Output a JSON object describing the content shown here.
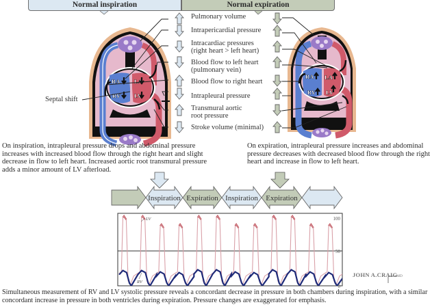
{
  "headers": {
    "inspiration": "Normal inspiration",
    "expiration": "Normal expiration"
  },
  "legend": [
    {
      "label": "Pulmonary volume",
      "inspiration": "up",
      "expiration": "down"
    },
    {
      "label": "Intrapericardial pressure",
      "inspiration": "down",
      "expiration": "up"
    },
    {
      "label": "Intracardiac pressures\n(right heart > left heart)",
      "line1": "Intracardiac pressures",
      "line2": "(right heart > left heart)",
      "inspiration": "down",
      "expiration": "up"
    },
    {
      "label": "Blood flow to left heart\n(pulmonary vein)",
      "line1": "Blood flow to left heart",
      "line2": "(pulmonary vein)",
      "inspiration": "down",
      "expiration": "up"
    },
    {
      "label": "Blood flow to right heart",
      "inspiration": "up",
      "expiration": "down"
    },
    {
      "label": "Intrapleural pressure",
      "inspiration": "down",
      "expiration": "up"
    },
    {
      "label": "Transmural aortic\nroot pressure",
      "line1": "Transmural aortic",
      "line2": "root pressure",
      "inspiration": "up",
      "expiration": "down"
    },
    {
      "label": "Stroke volume (minimal)",
      "inspiration": "down",
      "expiration": "up"
    }
  ],
  "heart_labels": {
    "ra": "RA",
    "la": "LA",
    "rv": "RV",
    "lv": "LV",
    "septal_shift": "Septal shift"
  },
  "paragraphs": {
    "inspiration": "On inspiration, intrapleural pressure drops and abdominal pressure increases with increased blood flow through the right heart and slight decrease in flow to left heart. Increased aortic root transmural pressure adds a minor amount of  LV afterload.",
    "expiration": "On expiration, intrapleural pressure increases and abdominal pressure decreases with decreased blood flow through the right heart and increase in flow to left heart.",
    "caption": "Simultaneous measurement of  RV and LV systolic pressure reveals a concordant decrease in pressure in both chambers during inspiration, with a similar concordant increase in pressure in both ventricles during expiration. Pressure changes are exaggerated for emphasis."
  },
  "phase_band": {
    "phases": [
      "",
      "Inspiration",
      "Expiration",
      "Inspiration",
      "Expiration",
      ""
    ],
    "phase_types": [
      "expiration",
      "inspiration",
      "expiration",
      "inspiration",
      "expiration",
      "inspiration"
    ]
  },
  "colors": {
    "inspiration_fill": "#dce8f2",
    "expiration_fill": "#c3ccb8",
    "lv_trace": "#b0202a",
    "rv_trace": "#1e2a78",
    "lung": "#e8bcd0",
    "venous": "#5a7fd0",
    "arterial": "#d05a6a",
    "body": "#e8b890"
  },
  "signature": "JOHN A.CRAIG",
  "signature_suffix": "MD",
  "chart_data": {
    "type": "line",
    "title": "",
    "xlabel": "",
    "ylabel": "",
    "ylim": [
      0,
      100
    ],
    "y_ticks": [
      "0",
      "50",
      "100"
    ],
    "grid": "horizontal line at 50",
    "series": [
      {
        "name": "LV",
        "peaks": [
          100,
          100,
          88,
          88,
          100,
          100,
          88,
          88,
          100,
          100,
          88,
          88
        ],
        "trough": 2,
        "diastolic_plateau": 18
      },
      {
        "name": "RV",
        "peaks": [
          22,
          22,
          20,
          19,
          23,
          23,
          20,
          19,
          23,
          23,
          20,
          19
        ],
        "trough": 0
      }
    ],
    "beats": 12,
    "annotations": [
      "LV",
      "RV"
    ]
  }
}
